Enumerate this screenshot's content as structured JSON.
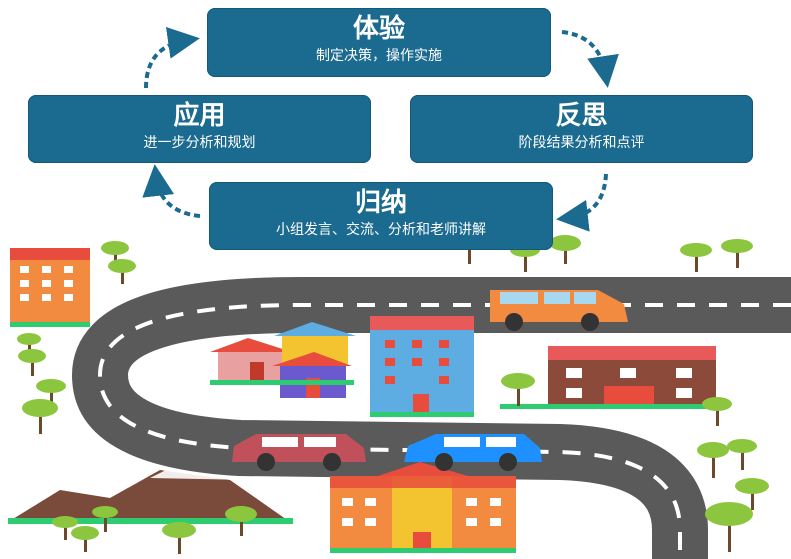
{
  "cycle": {
    "experience": {
      "title": "体验",
      "subtitle": "制定决策，操作实施"
    },
    "reflect": {
      "title": "反思",
      "subtitle": "阶段结果分析和点评"
    },
    "induce": {
      "title": "归纳",
      "subtitle": "小组发言、交流、分析和老师讲解"
    },
    "apply": {
      "title": "应用",
      "subtitle": "进一步分析和规划"
    }
  },
  "colors": {
    "box": "#1b6a8f",
    "arrow": "#1b6a8f",
    "road": "#5a5a5a",
    "road_marking": "#ffffff",
    "tree": "#8cc63f",
    "trunk": "#6b4a2b",
    "grass": "#2ecc71",
    "mountain": "#7a4a3a"
  }
}
